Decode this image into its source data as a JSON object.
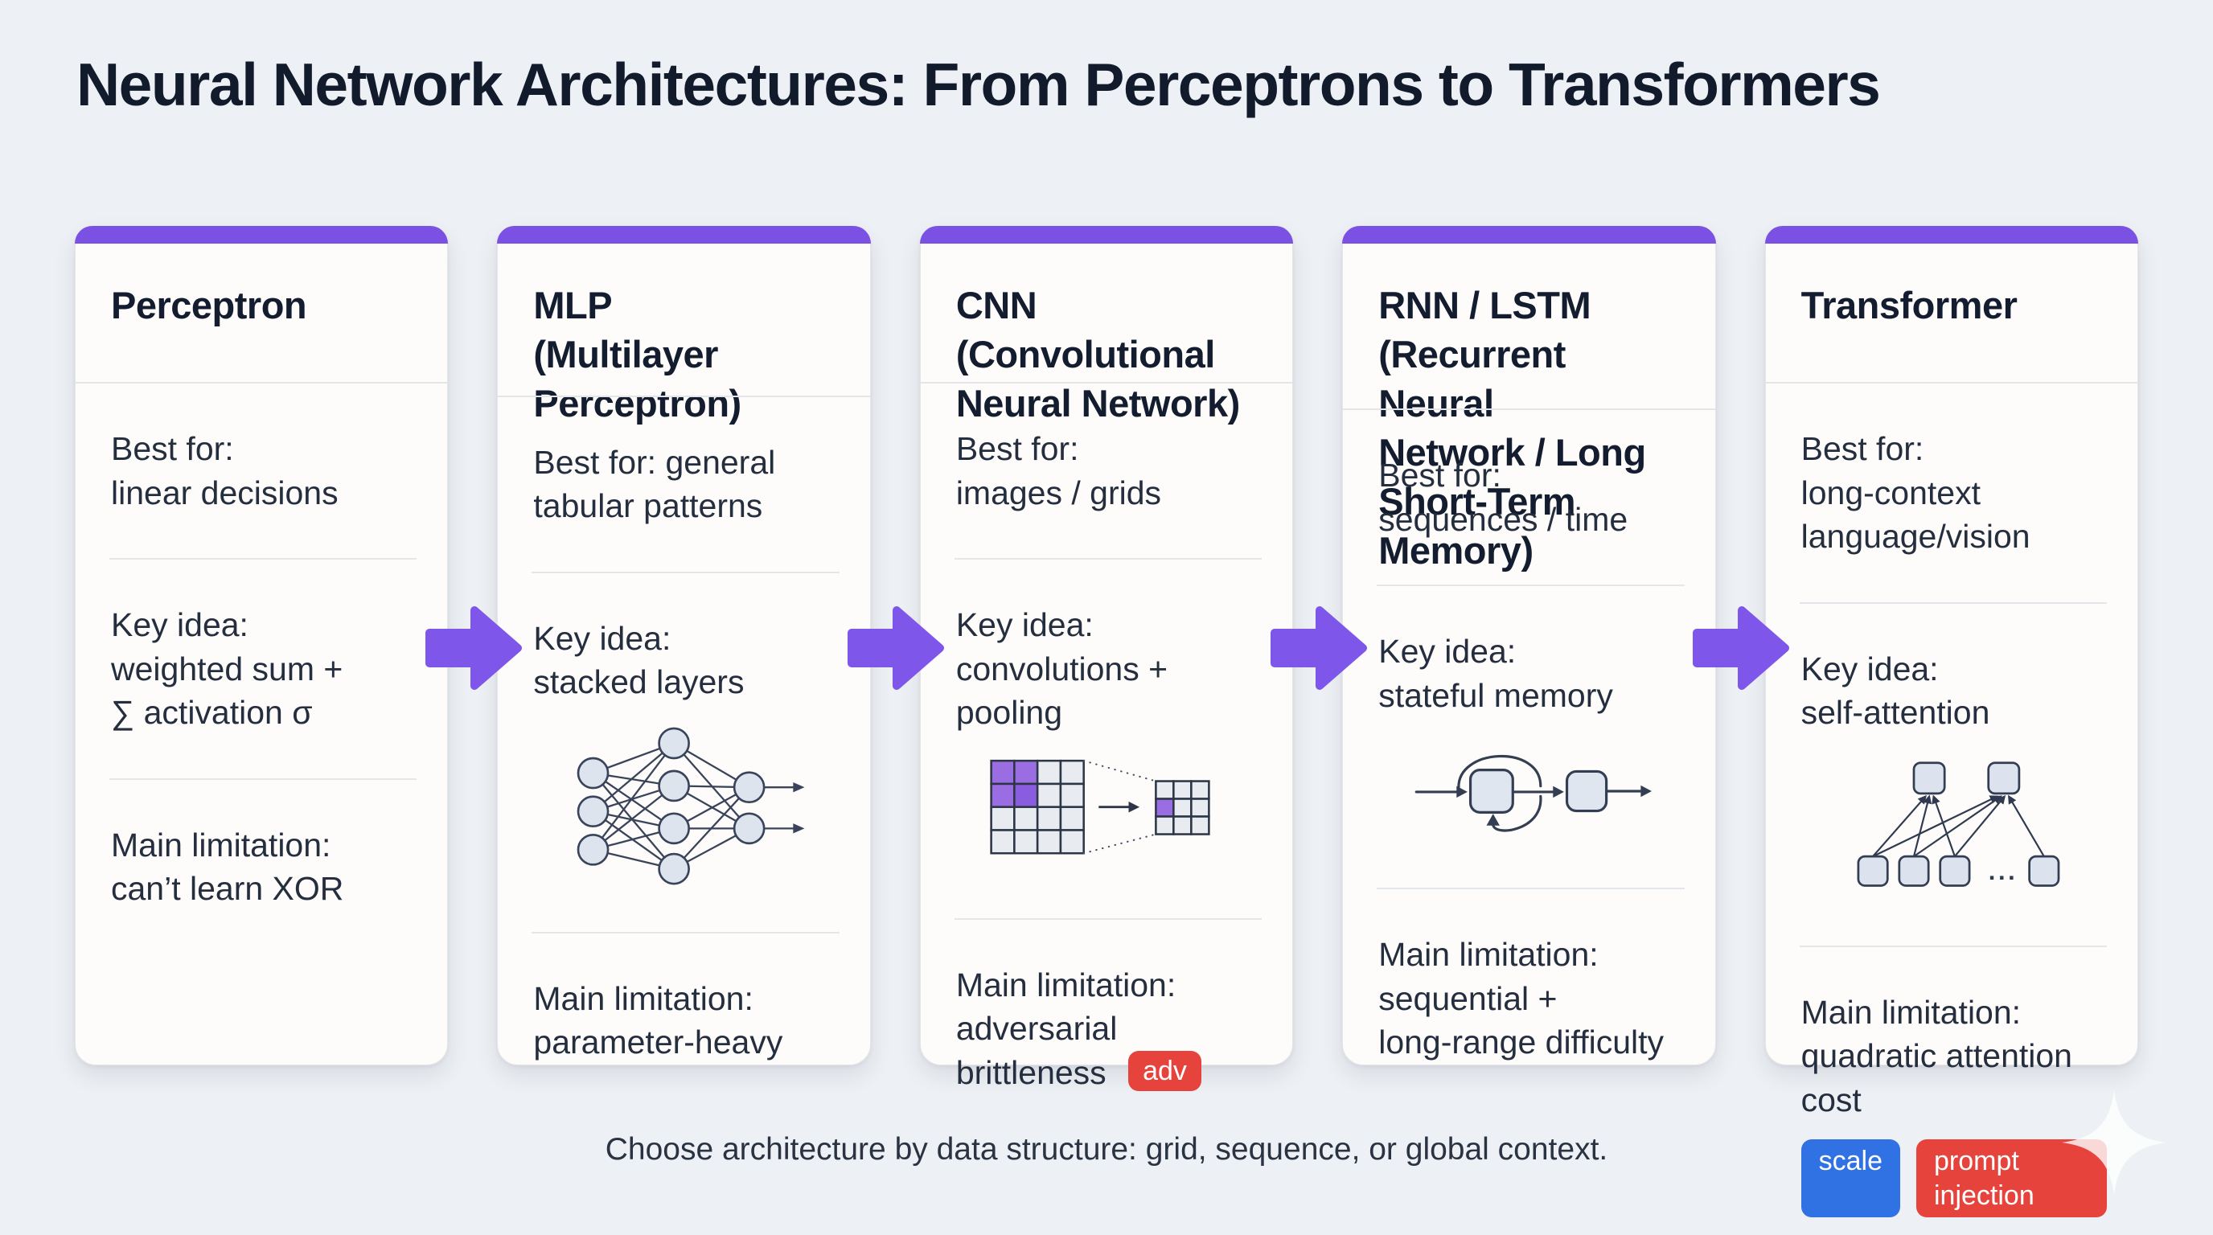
{
  "page": {
    "title": "Neural Network Architectures: From Perceptrons to Transformers",
    "footer": "Choose architecture by data structure: grid, sequence, or global context."
  },
  "colors": {
    "accent_purple": "#7b51e3",
    "arrow_purple": "#7e57ea",
    "badge_red": "#e5433b",
    "badge_blue": "#3071e3",
    "page_background": "#edf0f4",
    "card_background": "#fdfcfa",
    "heading_text": "#141d2f",
    "body_text": "#252e3f"
  },
  "cards": [
    {
      "id": "perceptron",
      "title": "Perceptron",
      "best_for": "Best for:\nlinear decisions",
      "key_idea": "Key idea:\nweighted sum +\n∑ activation σ",
      "limitation": "Main limitation:\ncan’t learn XOR",
      "badges": []
    },
    {
      "id": "mlp",
      "title": "MLP\n(Multilayer\nPerceptron)",
      "best_for": "Best for: general\ntabular patterns",
      "key_idea": "Key idea:\nstacked layers",
      "limitation": "Main limitation:\nparameter-heavy",
      "diagram": {
        "name": "mlp-network-diagram",
        "layers": [
          3,
          4,
          2
        ]
      },
      "badges": []
    },
    {
      "id": "cnn",
      "title": "CNN\n(Convolutional\nNeural Network)",
      "best_for": "Best for:\nimages / grids",
      "key_idea": "Key idea:\nconvolutions +\npooling",
      "limitation": "Main limitation:\nadversarial\nbrittleness",
      "diagram": {
        "name": "cnn-pooling-diagram",
        "input_grid": "4x4",
        "output_grid": "3x3"
      },
      "badges": [
        {
          "label": "adv",
          "color": "red"
        }
      ]
    },
    {
      "id": "rnn-lstm",
      "title": "RNN / LSTM\n(Recurrent Neural\nNetwork / Long\nShort-Term\nMemory)",
      "best_for": "Best for:\nsequences / time",
      "key_idea": "Key idea:\nstateful memory",
      "limitation": "Main limitation:\nsequential +\nlong-range difficulty",
      "diagram": {
        "name": "rnn-loop-diagram",
        "cells": 2
      },
      "badges": []
    },
    {
      "id": "transformer",
      "title": "Transformer",
      "best_for": "Best for:\nlong-context\nlanguage/vision",
      "key_idea": "Key idea:\nself-attention",
      "limitation": "Main limitation:\nquadratic attention\ncost",
      "diagram": {
        "name": "attention-diagram",
        "top_nodes": 2,
        "bottom_nodes": 4,
        "ellipsis": "..."
      },
      "badges": [
        {
          "label": "scale",
          "color": "blue"
        },
        {
          "label": "prompt injection",
          "color": "red"
        }
      ]
    }
  ]
}
